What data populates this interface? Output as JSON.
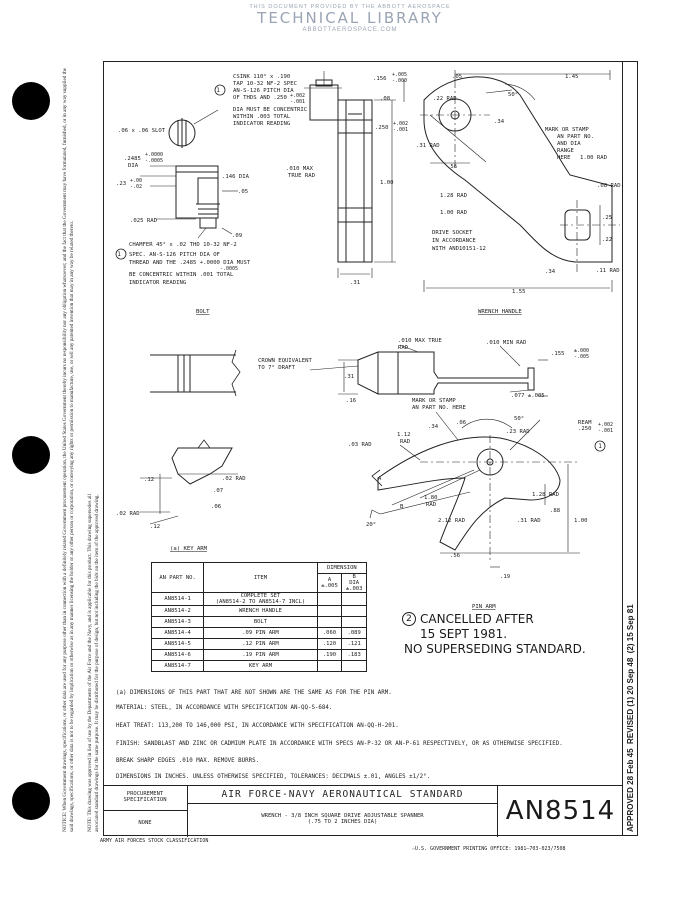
{
  "header": {
    "line1": "THIS DOCUMENT PROVIDED BY THE ABBOTT AEROSPACE",
    "line2": "TECHNICAL LIBRARY",
    "line3": "ABBOTTAEROSPACE.COM"
  },
  "left_notice": {
    "notice_text": "NOTICE: When Government drawings, specifications, or other data are used for any purpose other than in connection with a definitely related Government procurement operation, the United States Government thereby incurs no responsibility nor any obligation whatsoever; and the fact that the Government may have formulated, furnished, or in any way supplied the said drawings, specifications, or other data is not to be regarded by implication or otherwise as in any manner licensing the holder or any other person or corporation, or conveying any rights or permission to manufacture, use, or sell any patented invention that may in any way be related thereto.",
    "note_text": "NOTE: This drawing was approved in lieu of use by the Departments of the Air Force and the Navy, and is applicable for this product. This drawing supersedes all associated standard drawings for the same purpose. It may be distributed for the purpose of design, but not including the bids on the item of the approved drawing."
  },
  "right_strip": {
    "approved": "APPROVED 28 Feb 45",
    "revised": "REVISED",
    "rev1_mark": "1",
    "rev1_date": "20 Sep 48",
    "rev2_mark": "2",
    "rev2_date": "15 Sep 81"
  },
  "bolt": {
    "caption": "BOLT",
    "csink": "CSINK 110° x .190",
    "tap": "TAP 10-32 NF-2 SPEC",
    "an_spec": "AN-S-126 PITCH DIA",
    "of_thds": "OF THDS AND .250",
    "tol1": "+.002",
    "tol2": "-.001",
    "dia_concentric": "DIA MUST BE CONCENTRIC",
    "within": "WITHIN .003 TOTAL",
    "indicator": "INDICATOR READING",
    "slot": ".06 x .06 SLOT",
    "d2485": ".2485",
    "d2485_tol1": "+.0000",
    "d2485_tol2": "-.0005",
    "dia": "DIA",
    "d23": ".23",
    "d23_tol1": "+.00",
    "d23_tol2": "-.02",
    "d146": ".146 DIA",
    "d05": ".05",
    "d025": ".025 RAD",
    "d09": ".09",
    "chamfer": "CHAMFER 45° x .02 THD 10-32 NF-2",
    "spec2": "SPEC. AN-S-126 PITCH DIA OF",
    "thread_tube": "THREAD AND THE .2485 +.0000 DIA MUST",
    "tube_tol": "-.0005",
    "concentric2": "BE CONCENTRIC WITHIN .001 TOTAL",
    "indicator2": "INDICATOR READING",
    "circle1": "1"
  },
  "handle": {
    "caption": "WRENCH HANDLE",
    "d156": ".156",
    "d156_tol1": "+.005",
    "d156_tol2": "-.000",
    "d08": ".08",
    "d250": ".250",
    "d250_tol1": "+.002",
    "d250_tol2": "-.001",
    "d010": ".010 MAX",
    "true_rad": "TRUE RAD",
    "d100": "1.00",
    "d31": ".31",
    "d05": ".05",
    "d145": "1.45",
    "d50deg": "50°",
    "d22rad": ".22 RAD",
    "d34": ".34",
    "d31rad": ".31 RAD",
    "d56": ".56",
    "mark_stamp": "MARK OR STAMP",
    "an_part": "AN PART NO.",
    "and_dia": "AND DIA",
    "range": "RANGE",
    "here": "HERE",
    "d100rad": "1.00 RAD",
    "d128rad": "1.28 RAD",
    "d100rad2": "1.00 RAD",
    "d08rad": ".08 RAD",
    "d25": ".25",
    "d22": ".22",
    "drive_socket": "DRIVE SOCKET",
    "in_accordance": "IN ACCORDANCE",
    "with_an": "WITH AND10151-12",
    "d34b": ".34",
    "d11rad": ".11 RAD",
    "d155": "1.55"
  },
  "key_arm": {
    "caption": "(a) KEY ARM",
    "crown": "CROWN EQUIVALENT",
    "draft": "TO 7° DRAFT",
    "d12": ".12",
    "d02rad": ".02 RAD",
    "d07": ".07",
    "d06": ".06",
    "d02rad2": ".02 RAD",
    "d12b": ".12"
  },
  "pin_arm": {
    "caption": "PIN ARM",
    "d010": ".010 MAX TRUE",
    "rad": "RAD",
    "d010min": ".010 MIN RAD",
    "d155": ".155",
    "d155_tol1": "±.000",
    "d155_tol2": "-.005",
    "d31": ".31",
    "d16": ".16",
    "d077": ".077 ±.005",
    "mark_stamp": "MARK OR STAMP",
    "an_here": "AN PART NO. HERE",
    "d50": "50°",
    "ream": "REAM",
    "ream_val": ".250",
    "ream_tol1": "+.002",
    "ream_tol2": "-.001",
    "d03rad": ".03 RAD",
    "d112": "1.12",
    "rad2": "RAD",
    "d34": ".34",
    "d06": ".06",
    "d23rad": ".23 RAD",
    "A": "A",
    "B": "B",
    "d128rad": "1.28 RAD",
    "d88": ".88",
    "d100": "1.00",
    "d180": "1.80",
    "rad3": "RAD",
    "d212rad": "2.12 RAD",
    "d31rad": ".31 RAD",
    "d20deg": "20°",
    "d56": ".56",
    "d19": ".19",
    "circle1": "1"
  },
  "table": {
    "headers": {
      "an_part": "AN PART NO.",
      "item": "ITEM",
      "dimension": "DIMENSION",
      "a": "A",
      "a_tol": "±.005",
      "b": "B",
      "b_dia": "DIA",
      "b_tol": "±.003"
    },
    "rows": [
      {
        "part": "AN8514-1",
        "item": "COMPLETE SET",
        "item2": "(AN8514-2 TO AN8514-7 INCL)",
        "a": "",
        "b": ""
      },
      {
        "part": "AN8514-2",
        "item": "WRENCH HANDLE",
        "item2": "",
        "a": "",
        "b": ""
      },
      {
        "part": "AN8514-3",
        "item": "BOLT",
        "item2": "",
        "a": "",
        "b": ""
      },
      {
        "part": "AN8514-4",
        "item": ".09 PIN ARM",
        "item2": "",
        "a": ".060",
        "b": ".089"
      },
      {
        "part": "AN8514-5",
        "item": ".12 PIN ARM",
        "item2": "",
        "a": ".120",
        "b": ".121"
      },
      {
        "part": "AN8514-6",
        "item": ".19 PIN ARM",
        "item2": "",
        "a": ".190",
        "b": ".183"
      },
      {
        "part": "AN8514-7",
        "item": "KEY ARM",
        "item2": "",
        "a": "",
        "b": ""
      }
    ]
  },
  "cancel": {
    "mark": "2",
    "line1": "CANCELLED AFTER",
    "line2": "15 SEPT 1981.",
    "line3": "NO SUPERSEDING STANDARD."
  },
  "notes": [
    "(a)  DIMENSIONS OF THIS PART THAT ARE NOT SHOWN ARE THE SAME AS FOR THE PIN ARM.",
    "MATERIAL:  STEEL, IN ACCORDANCE WITH SPECIFICATION AN-QQ-S-684.",
    "HEAT TREAT:  113,200   TO  146,000 PSI,   IN ACCORDANCE WITH SPECIFICATION AN-QQ-H-201.",
    "FINISH:  SANDBLAST AND ZINC OR CADMIUM PLATE IN ACCORDANCE WITH SPECS AN-P-32 OR AN-P-61 RESPECTIVELY, OR AS OTHERWISE SPECIFIED.",
    "BREAK SHARP EDGES .010 MAX.   REMOVE BURRS.",
    "DIMENSIONS IN INCHES.  UNLESS OTHERWISE SPECIFIED, TOLERANCES:  DECIMALS ±.01, ANGLES ±1/2°."
  ],
  "title_block": {
    "procurement": "PROCUREMENT",
    "specification": "SPECIFICATION",
    "none": "NONE",
    "standard": "AIR FORCE-NAVY AERONAUTICAL STANDARD",
    "desc1": "WRENCH - 3/8 INCH SQUARE DRIVE ADJUSTABLE SPANNER",
    "desc2": "(.75 TO 2 INCHES DIA)",
    "number": "AN8514"
  },
  "footer": {
    "left": "ARMY AIR FORCES STOCK CLASSIFICATION",
    "right": "☆U.S. GOVERNMENT PRINTING OFFICE: 1981—703-023/7508"
  }
}
